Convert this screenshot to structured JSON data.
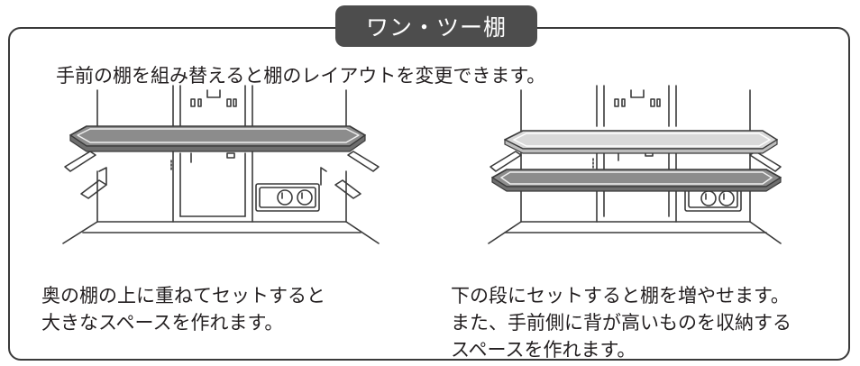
{
  "title": "ワン・ツー棚",
  "intro": "手前の棚を組み替えると棚のレイアウトを変更できます。",
  "left_caption": {
    "line1": "奥の棚の上に重ねてセットすると",
    "line2": "大きなスペースを作れます。"
  },
  "right_caption": {
    "line1": "下の段にセットすると棚を増やせます。",
    "line2": "また、手前側に背が高いものを収納する",
    "line3": "スペースを作れます。"
  },
  "colors": {
    "frame": "#3a3a3a",
    "tab": "#4d4d4d",
    "shelf": "#8c8c8c",
    "line": "#3a3a3a"
  }
}
